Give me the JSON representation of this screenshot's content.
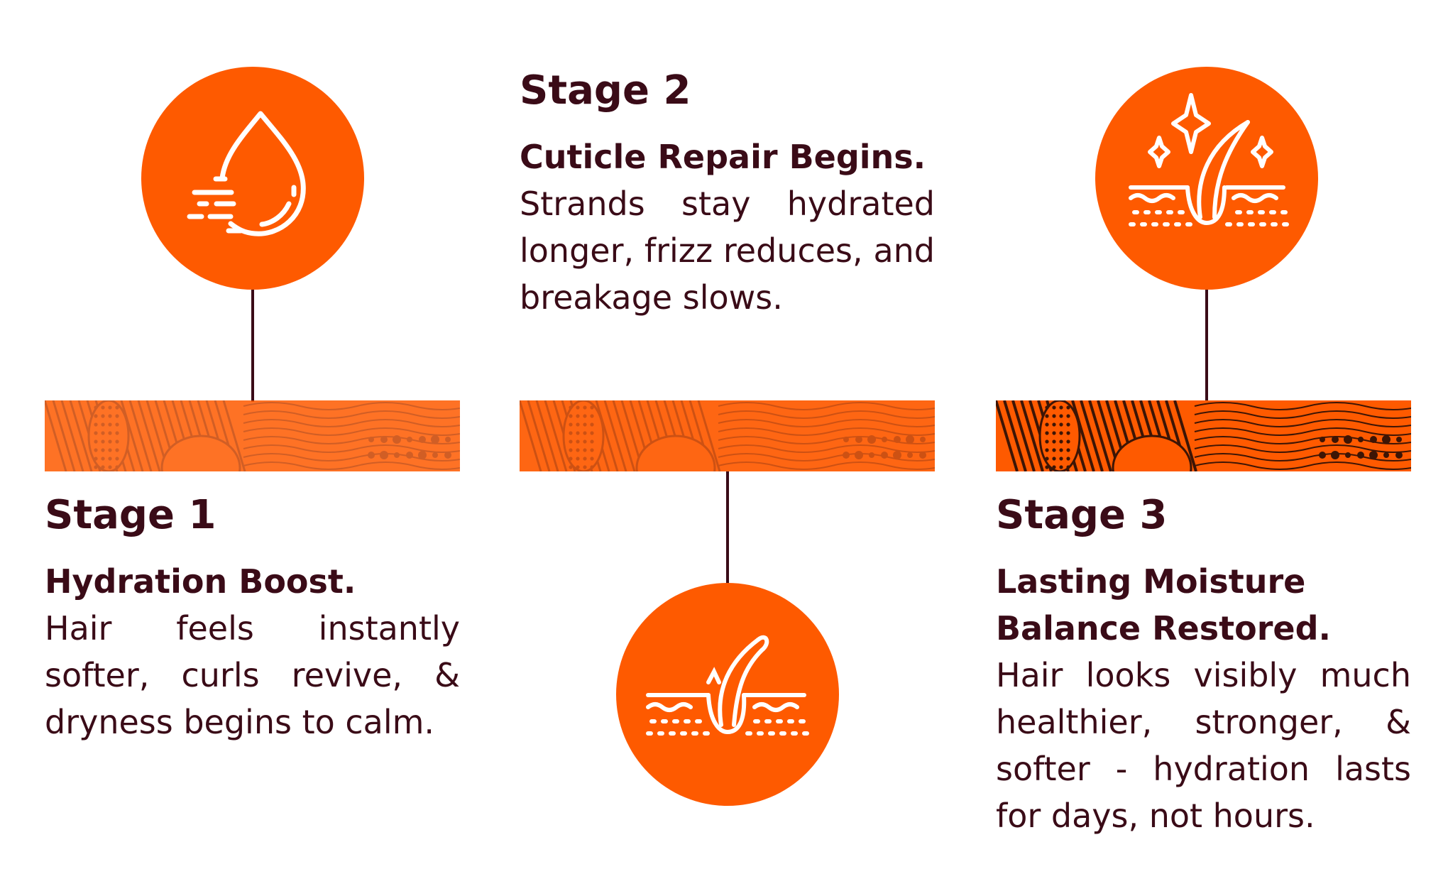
{
  "colors": {
    "accent": "#fe5a00",
    "text": "#3a0b17",
    "pattern_dark": "#3d1505"
  },
  "stages": [
    {
      "title": "Stage 1",
      "subtitle": "Hydration Boost.",
      "body": "Hair feels instantly softer, curls revive, & dryness begins to calm.",
      "icon": "water-drop-icon"
    },
    {
      "title": "Stage 2",
      "subtitle": "Cuticle Repair Begins.",
      "body": "Strands stay hydrated longer, frizz reduces, and breakage slows.",
      "icon": "hair-follicle-repair-icon"
    },
    {
      "title": "Stage 3",
      "subtitle": "Lasting Moisture Balance Restored.",
      "body": "Hair looks visibly much healthier, stronger, & softer - hydration lasts for days, not hours.",
      "icon": "hair-follicle-sparkle-icon"
    }
  ]
}
